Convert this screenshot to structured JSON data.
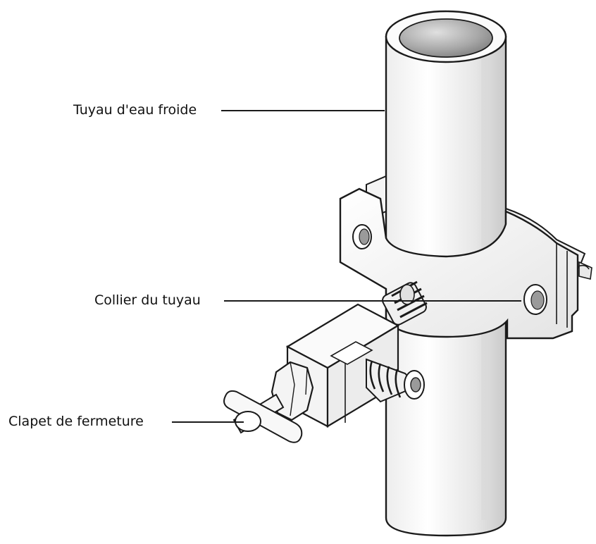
{
  "diagram": {
    "labels": {
      "cold_water_pipe": "Tuyau d'eau froide",
      "pipe_clamp": "Collier du tuyau",
      "shutoff_valve": "Clapet de fermeture"
    },
    "colors": {
      "outline": "#1a1a1a",
      "pipe_fill": "#f2f2f2",
      "pipe_shade": "#bdbdbd",
      "pipe_inner": "#9a9a9a",
      "metal_fill": "#f7f7f7"
    }
  }
}
